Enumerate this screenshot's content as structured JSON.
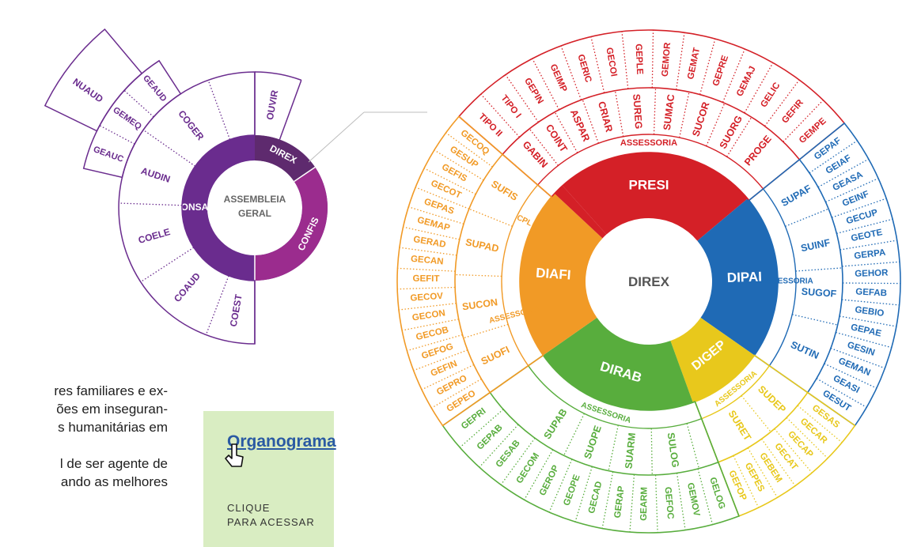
{
  "left_diagram": {
    "center_label_line1": "ASSEMBLEIA",
    "center_label_line2": "GERAL",
    "ring": [
      "DIREX",
      "CONFIS",
      "CONSAD"
    ],
    "units": [
      "OUVIR",
      "COGER",
      "AUDIN",
      "COELE",
      "COAUD",
      "COEST"
    ],
    "audin_children": [
      "GEAUD",
      "GEMEQ",
      "GEAUC"
    ],
    "nuaud": "NUAUD",
    "colors": {
      "primary": "#6a2c8e",
      "light": "#9b2c8e",
      "dark": "#5e2a6e"
    }
  },
  "main_diagram": {
    "center_label": "DIREX",
    "directorates": [
      "PRESI",
      "DIPAI",
      "DIGEP",
      "DIRAB",
      "DIAFI"
    ],
    "colors": {
      "presi": "#d42027",
      "dipai": "#1f6ab5",
      "digep": "#e8c81c",
      "dirab": "#58ad3d",
      "diafi": "#f19a26"
    },
    "assessoria": "ASSESSORIA",
    "cpl": "CPL",
    "presi_units": [
      "GABIN",
      "COINT",
      "ASPAR",
      "CRIAR",
      "SUREG",
      "SUMAC",
      "SUCOR",
      "SUORG",
      "PROGE"
    ],
    "presi_outer": [
      "TIPO II",
      "TIPO I",
      "GEPIN",
      "GEIMP",
      "GERIC",
      "GECOI",
      "GEPLE",
      "GEMOR",
      "GEMAT",
      "GEPRE",
      "GEMAJ",
      "GELIC",
      "GEFIR",
      "GEMPE"
    ],
    "dipai_units": [
      "SUPAF",
      "SUINF",
      "SUGOF",
      "SUTIN"
    ],
    "dipai_outer": [
      "GEPAF",
      "GEIAF",
      "GEASA",
      "GEINF",
      "GECUP",
      "GEOTE",
      "GERPA",
      "GEHOR",
      "GEFAB",
      "GEBIO",
      "GEPAE",
      "GESIN",
      "GEMAN",
      "GEASI",
      "GESUT"
    ],
    "digep_units": [
      "SUDEP",
      "SURET"
    ],
    "digep_outer": [
      "GESAS",
      "GECAR",
      "GECAP",
      "GECAT",
      "GEBEM",
      "GEPES",
      "GEFOP"
    ],
    "dirab_units": [
      "SUPAB",
      "SUOPE",
      "SUARM",
      "SULOG"
    ],
    "dirab_outer": [
      "GELOG",
      "GEMOV",
      "GEFOC",
      "GEARM",
      "GERAP",
      "GECAD",
      "GEOPE",
      "GEROP",
      "GECOM",
      "GESAB",
      "GEPAB",
      "GEPRI"
    ],
    "diafi_units": [
      "SUOFI",
      "SUCON",
      "SUPAD",
      "SUFIS"
    ],
    "diafi_outer": [
      "GEPEO",
      "GEPRO",
      "GEFIN",
      "GEFOG",
      "GECOB",
      "GECON",
      "GECOV",
      "GEFIT",
      "GECAN",
      "GERAD",
      "GEMAP",
      "GEPAS",
      "GECOT",
      "GEFIS",
      "GESUP",
      "GECOQ"
    ]
  },
  "body_text": {
    "line1": "res familiares e ex-",
    "line2": "ões em inseguran-",
    "line3": "s humanitárias em",
    "line4": "",
    "line5": "l de ser agente de",
    "line6": "ando as melhores"
  },
  "card": {
    "link": "Organograma",
    "caption1": "CLIQUE",
    "caption2": "PARA ACESSAR",
    "bg": "#d9edc2",
    "link_color": "#2a5aa3"
  }
}
